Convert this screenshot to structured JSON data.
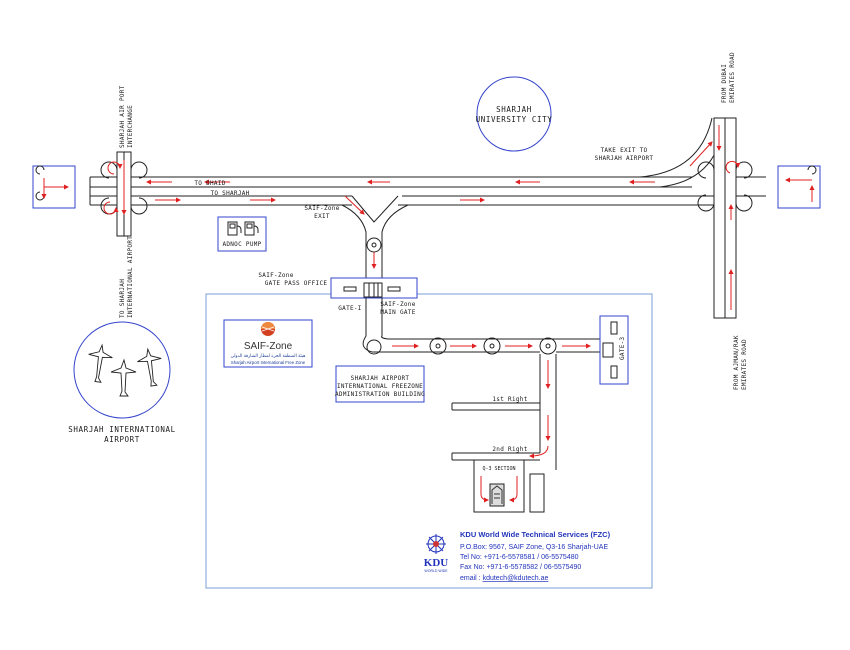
{
  "labels": {
    "university": [
      "SHARJAH",
      "UNIVERSITY CITY"
    ],
    "interchange": [
      "SHARJAH AIR PORT",
      "INTERCHANGE"
    ],
    "to_airport_vertical": [
      "TO SHARJAH",
      "INTERNATIONAL AIRPORT"
    ],
    "from_dubai": [
      "FROM DUBAI",
      "EMIRATES ROAD"
    ],
    "from_ajman": [
      "FROM AJMAN/RAK",
      "EMIRATES ROAD"
    ],
    "take_exit": [
      "TAKE EXIT TO",
      "SHARJAH AIRPORT"
    ],
    "to_dhaid": "TO DHAID",
    "to_sharjah": "TO SHARJAH",
    "saif_exit": [
      "SAIF-Zone",
      "EXIT"
    ],
    "adnoc": "ADNOC PUMP",
    "gate_pass": [
      "SAIF-Zone",
      "GATE PASS OFFICE"
    ],
    "gate1": "GATE-I",
    "main_gate": [
      "SAIF-Zone",
      "MAIN GATE"
    ],
    "gate3": "GATE-3",
    "admin": [
      "SHARJAH AIRPORT",
      "INTERNATIONAL FREEZONE",
      "ADMINISTRATION BUILDING"
    ],
    "first_right": "1st Right",
    "second_right": "2nd Right",
    "q3_section": "Q-3 SECTION",
    "airport": [
      "SHARJAH INTERNATIONAL",
      "AIRPORT"
    ]
  },
  "saif_logo": {
    "name": "SAIF-Zone",
    "arabic": "هيئة المنطقة الحرة لمطار الشارقة الدولي",
    "english": "Sharjah Airport International Free Zone"
  },
  "kdu": {
    "logo_text": "KDU",
    "logo_sub": "WORLD WIDE",
    "company": "KDU World Wide Technical Services (FZC)",
    "address": "P.O.Box: 9567, SAIF Zone, Q3-16 Sharjah-UAE",
    "tel": "Tel No: +971-6-5578581 / 06-5575480",
    "fax": "Fax No: +971-6-5578582 / 06-5575490",
    "email_label": "email : ",
    "email": "kdutech@kdutech.ae"
  },
  "colors": {
    "arrow": "#e02020",
    "frame": "#3344cc",
    "text": "#1a1a1a"
  },
  "icons": [
    "fuel-pump-icon",
    "airplane-icon",
    "roundabout-icon",
    "compass-rose-icon",
    "saif-logo-icon"
  ]
}
